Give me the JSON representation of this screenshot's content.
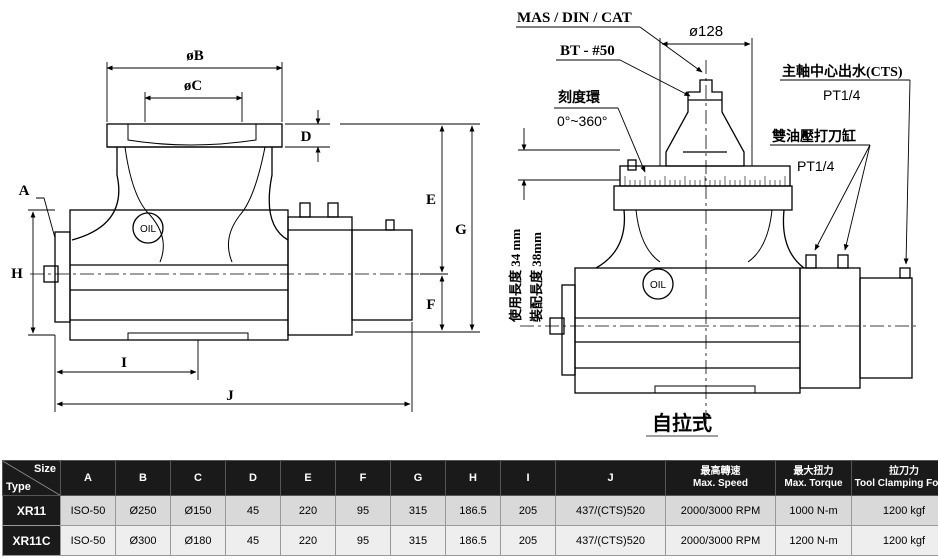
{
  "left_view": {
    "labels": {
      "B": "øB",
      "C": "øC",
      "D": "D",
      "E": "E",
      "G": "G",
      "F": "F",
      "A": "A",
      "H": "H",
      "I": "I",
      "J": "J",
      "oil": "OIL"
    }
  },
  "right_view": {
    "mas": "MAS / DIN / CAT",
    "bt": "BT - #50",
    "dia128": "ø128",
    "dial_cn": "刻度環",
    "dial_range": "0°~360°",
    "cts_cn": "主軸中心出水(CTS)",
    "cts_port": "PT1/4",
    "cyl_cn": "雙油壓打刀缸",
    "cyl_port": "PT1/4",
    "use_len": "使用長度 34 mm",
    "fit_len": "裝配長度 38mm",
    "oil": "OIL",
    "caption": "自拉式"
  },
  "table": {
    "corner_size": "Size",
    "corner_type": "Type",
    "headers": [
      {
        "cn": "",
        "en": "A"
      },
      {
        "cn": "",
        "en": "B"
      },
      {
        "cn": "",
        "en": "C"
      },
      {
        "cn": "",
        "en": "D"
      },
      {
        "cn": "",
        "en": "E"
      },
      {
        "cn": "",
        "en": "F"
      },
      {
        "cn": "",
        "en": "G"
      },
      {
        "cn": "",
        "en": "H"
      },
      {
        "cn": "",
        "en": "I"
      },
      {
        "cn": "",
        "en": "J"
      },
      {
        "cn": "最高轉速",
        "en": "Max. Speed"
      },
      {
        "cn": "最大扭力",
        "en": "Max. Torque"
      },
      {
        "cn": "拉刀力",
        "en": "Tool Clamping Force"
      }
    ],
    "rows": [
      {
        "model": "XR11",
        "cells": [
          "ISO-50",
          "Ø250",
          "Ø150",
          "45",
          "220",
          "95",
          "315",
          "186.5",
          "205",
          "437/(CTS)520",
          "2000/3000 RPM",
          "1000 N-m",
          "1200 kgf"
        ]
      },
      {
        "model": "XR11C",
        "cells": [
          "ISO-50",
          "Ø300",
          "Ø180",
          "45",
          "220",
          "95",
          "315",
          "186.5",
          "205",
          "437/(CTS)520",
          "2000/3000 RPM",
          "1200 N-m",
          "1200 kgf"
        ]
      }
    ]
  }
}
